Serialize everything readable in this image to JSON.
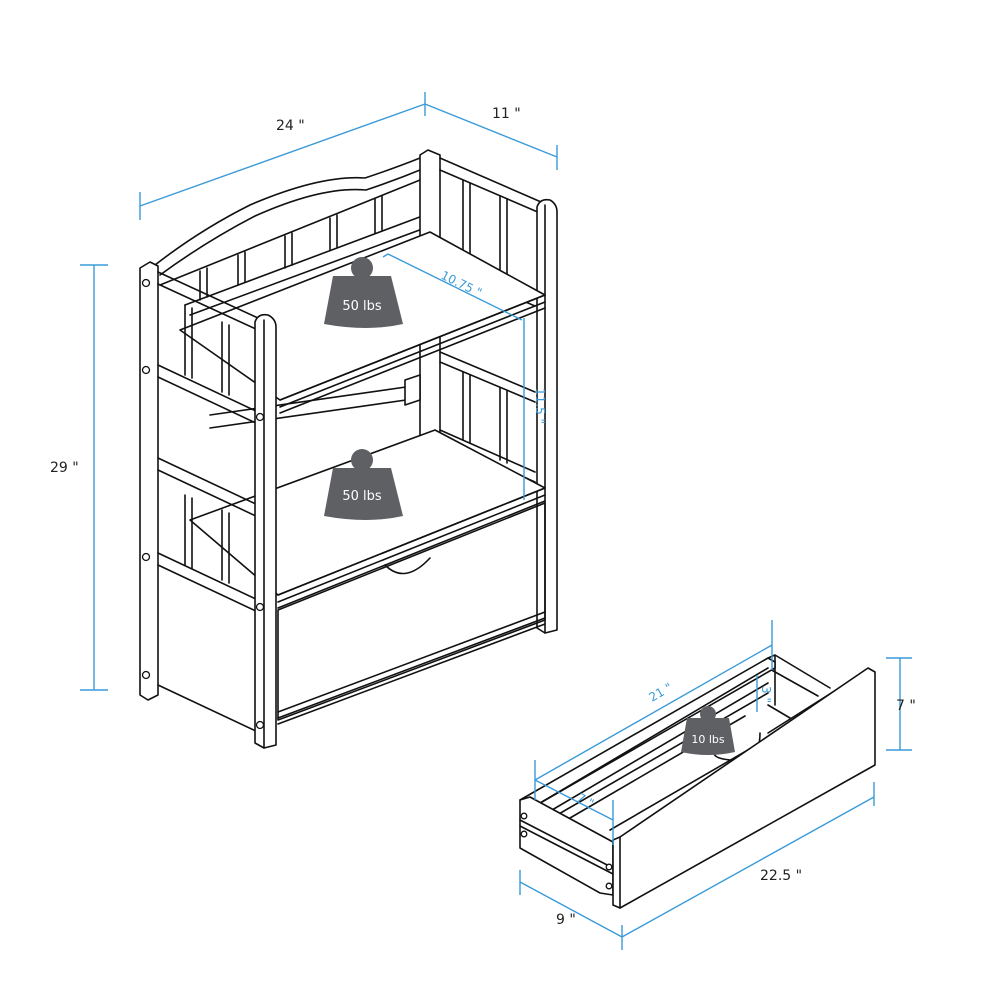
{
  "figure": {
    "type": "product-dimension-diagram",
    "subject": "Three-tier wooden bookshelf with pull-out drawer",
    "line_color": "#111111",
    "dimension_color": "#3a9ad9",
    "weight_color": "#5f6063"
  },
  "shelf_unit": {
    "dimensions": {
      "width": "24 \"",
      "depth": "11 \"",
      "height": "29 \"",
      "shelf_depth": "10.75 \"",
      "shelf_spacing": "11.5 \""
    },
    "weights": [
      {
        "label": "50 lbs",
        "position": "top shelf"
      },
      {
        "label": "50 lbs",
        "position": "middle shelf"
      }
    ]
  },
  "drawer": {
    "dimensions": {
      "inner_length": "21 \"",
      "inner_height": "3 \"",
      "inner_width": "7 \"",
      "front_height": "7 \"",
      "outer_length": "22.5 \"",
      "outer_width": "9 \""
    },
    "weights": [
      {
        "label": "10 lbs",
        "position": "inside drawer"
      }
    ]
  }
}
